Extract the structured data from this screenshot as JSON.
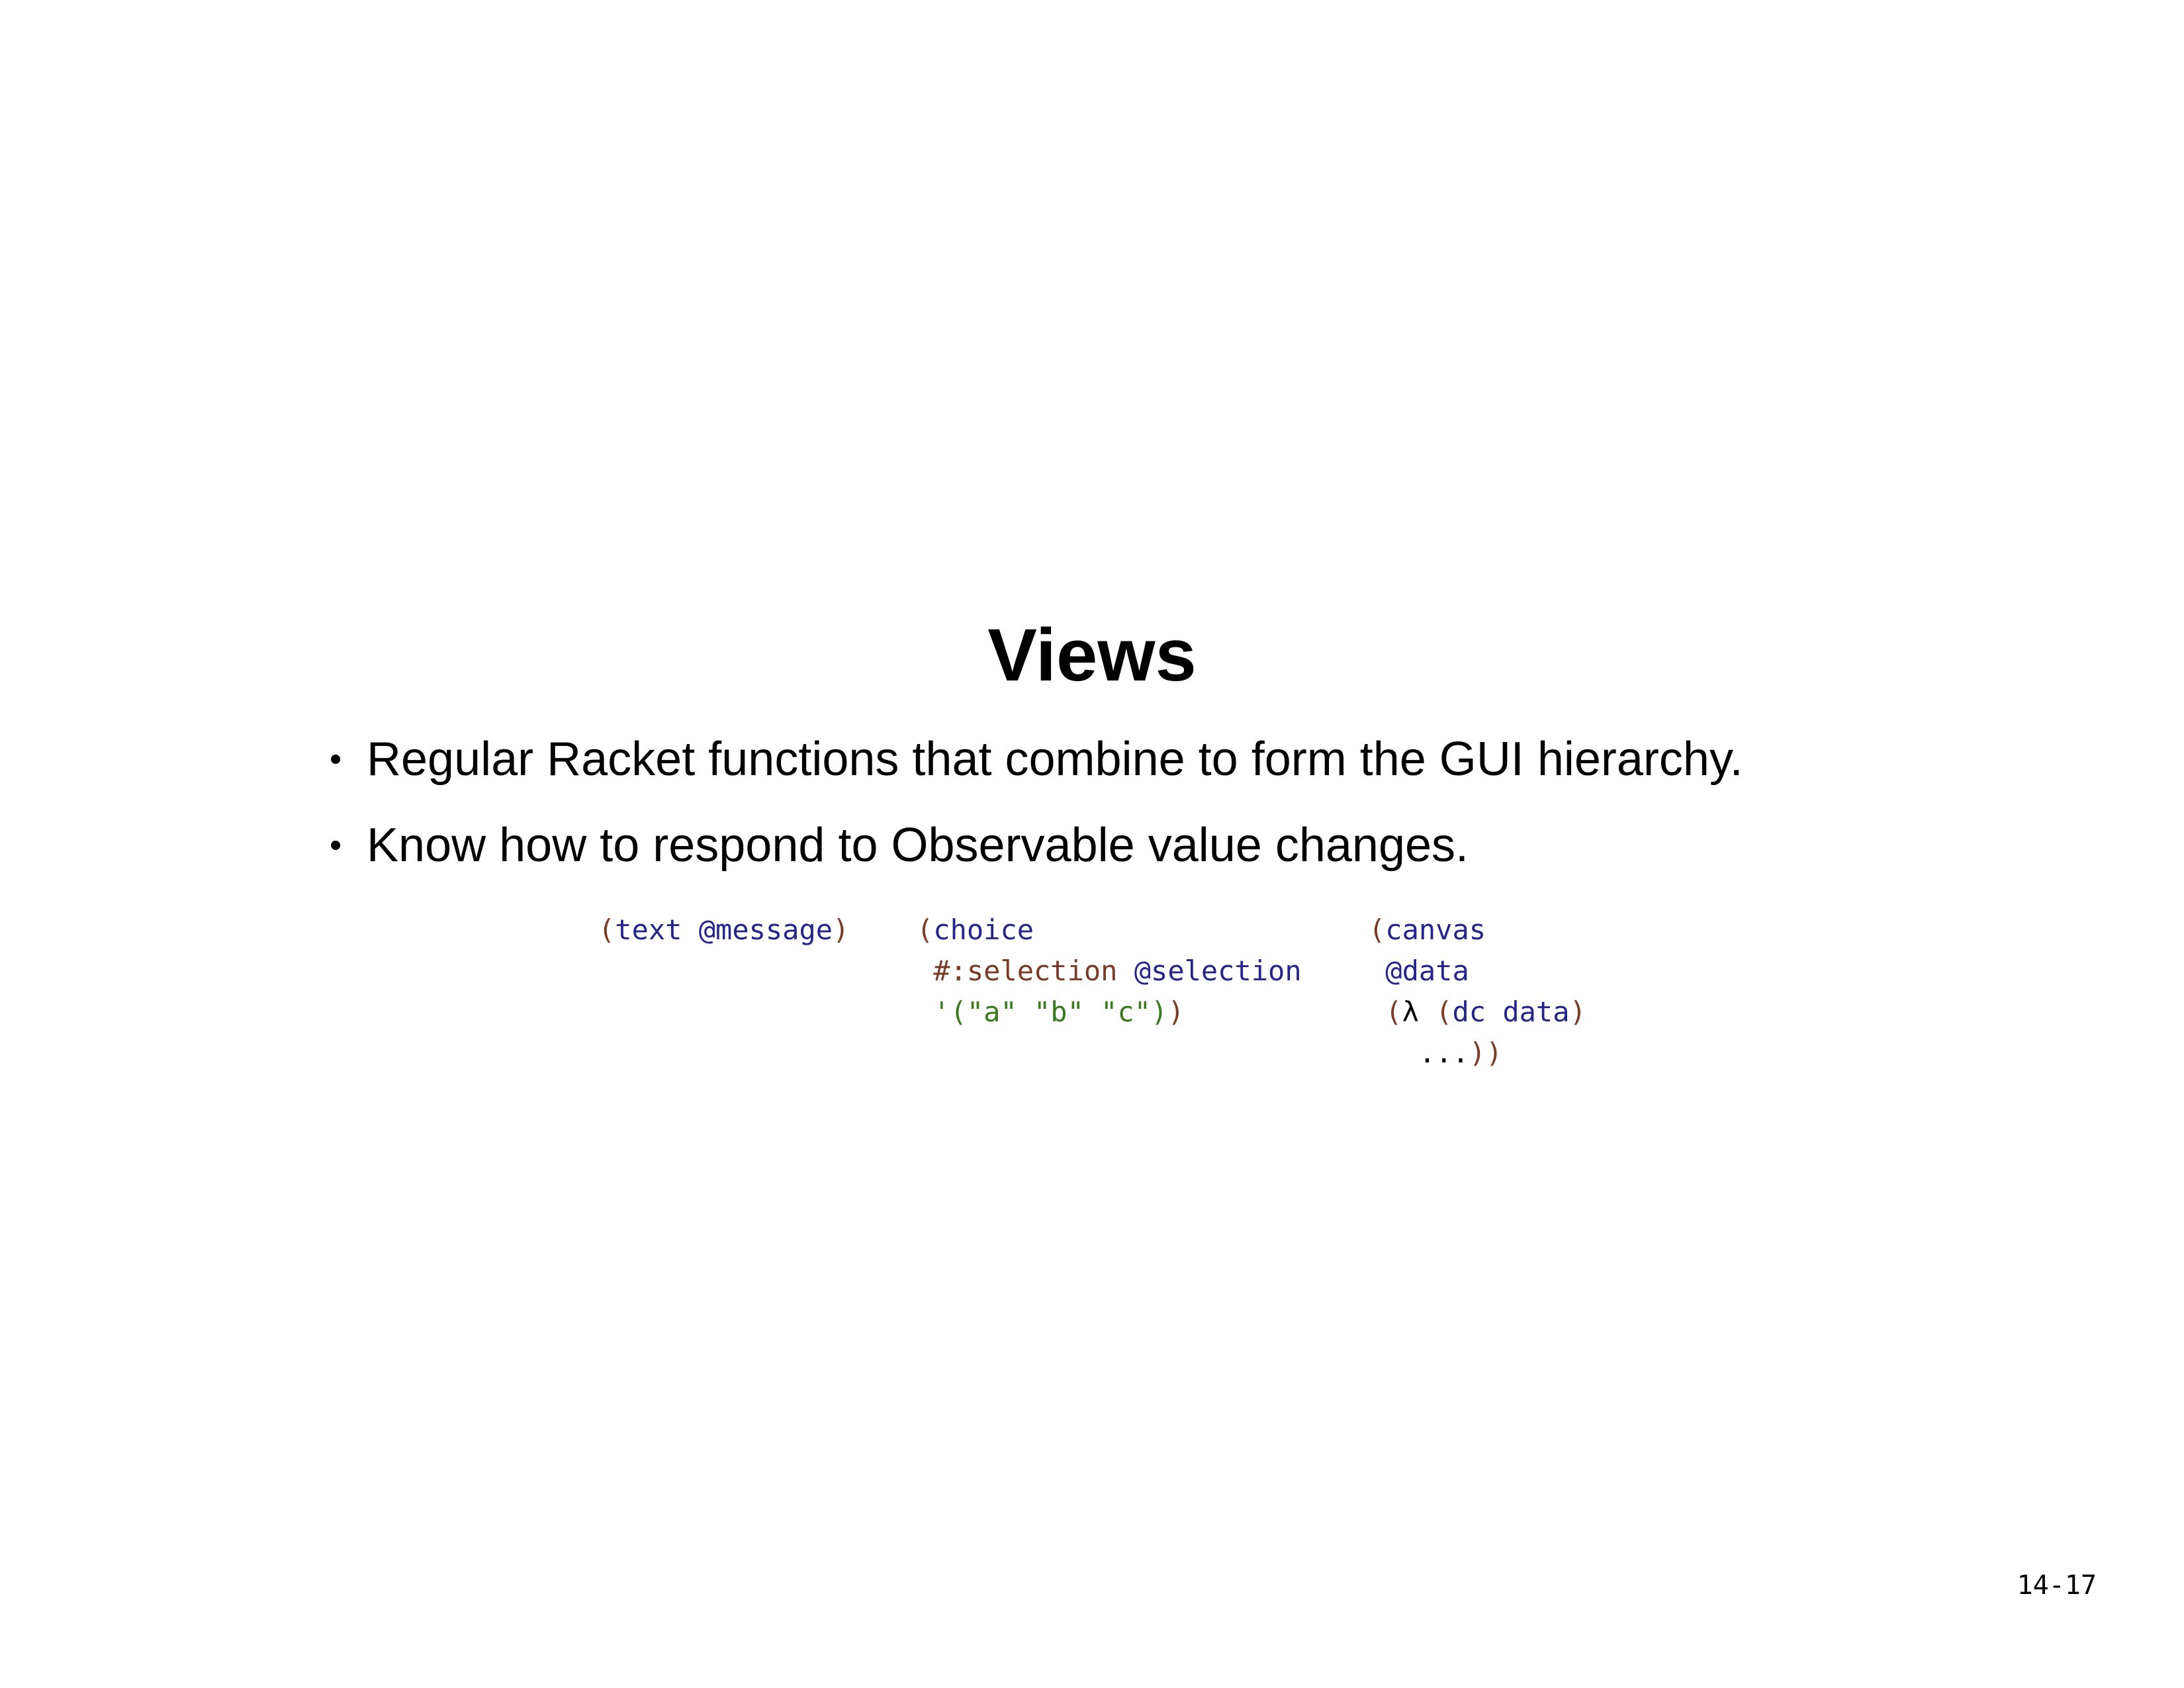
{
  "slide": {
    "title": "Views",
    "bullets": [
      "Regular Racket functions that combine to form the GUI hierarchy.",
      "Know how to respond to Observable value changes."
    ],
    "bullet_marker": "•",
    "page_number": "14-17"
  },
  "code": {
    "text_example": {
      "open": "(",
      "fn": "text",
      "arg": "@message",
      "close": ")"
    },
    "choice_example": {
      "open": "(",
      "fn": "choice",
      "keyword": "#:selection",
      "kw_value": "@selection",
      "list": "'(\"a\" \"b\" \"c\")",
      "close": ")"
    },
    "canvas_example": {
      "open": "(",
      "fn": "canvas",
      "arg": "@data",
      "lambda_open": "(",
      "lambda": "λ",
      "params_open": "(",
      "params": "dc data",
      "params_close": ")",
      "body": "...",
      "close": "))"
    }
  },
  "colors": {
    "paren": "#7a3b26",
    "identifier": "#26268a",
    "string": "#3a7a1e"
  }
}
